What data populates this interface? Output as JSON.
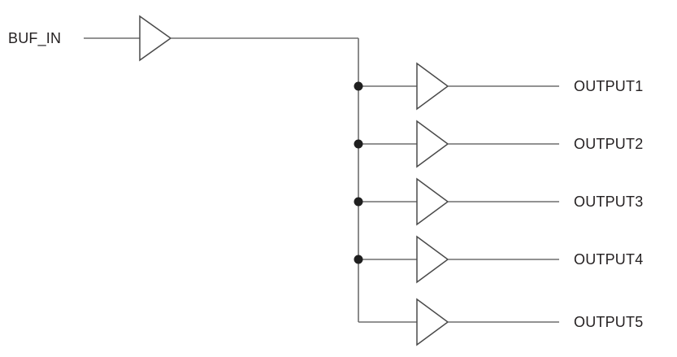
{
  "input": {
    "label": "BUF_IN"
  },
  "outputs": [
    {
      "label": "OUTPUT1"
    },
    {
      "label": "OUTPUT2"
    },
    {
      "label": "OUTPUT3"
    },
    {
      "label": "OUTPUT4"
    },
    {
      "label": "OUTPUT5"
    }
  ],
  "symbols": {
    "buffer": "right-pointing-triangle",
    "junction": "filled-circle"
  },
  "colors": {
    "wire": "#6e6e6e",
    "symbol": "#4a4a4a",
    "junction": "#1f1f1f",
    "text": "#231f20",
    "background": "#ffffff"
  }
}
